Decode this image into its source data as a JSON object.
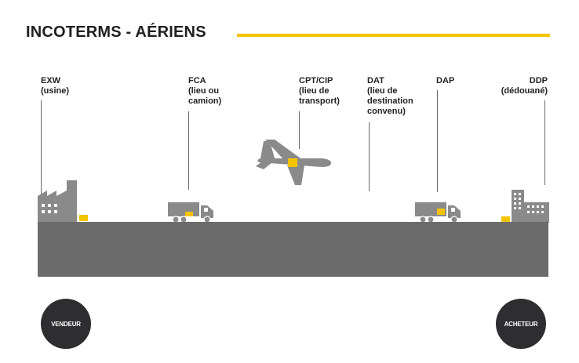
{
  "title": "INCOTERMS - AÉRIENS",
  "colors": {
    "accent": "#f5c400",
    "ground": "#6b6b6b",
    "icon": "#8a8a8a",
    "circle": "#2e2e30",
    "text": "#1f1f1f"
  },
  "terms": [
    {
      "code": "EXW",
      "lines": [
        "(usine)"
      ]
    },
    {
      "code": "FCA",
      "lines": [
        "(lieu ou",
        "camion)"
      ]
    },
    {
      "code": "CPT/CIP",
      "lines": [
        "(lieu de",
        "transport)"
      ]
    },
    {
      "code": "DAT",
      "lines": [
        "(lieu de",
        "destination",
        "convenu)"
      ]
    },
    {
      "code": "DAP",
      "lines": []
    },
    {
      "code": "DDP",
      "lines": [
        "(dédouané)"
      ]
    }
  ],
  "parties": {
    "seller": "VENDEUR",
    "buyer": "ACHETEUR"
  },
  "icons": [
    "factory-icon",
    "truck-icon",
    "airplane-icon",
    "truck-icon",
    "buildings-icon"
  ]
}
